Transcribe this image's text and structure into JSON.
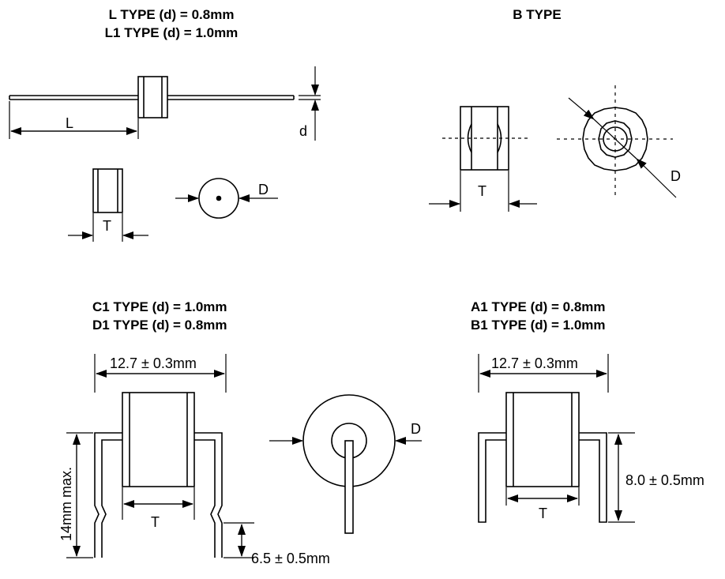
{
  "headings": {
    "l_type_line1": "L TYPE (d) = 0.8mm",
    "l_type_line2": "L1 TYPE (d) = 1.0mm",
    "b_type": "B TYPE",
    "c1_type_line1": "C1 TYPE (d) = 1.0mm",
    "c1_type_line2": "D1 TYPE (d) = 0.8mm",
    "a1_type_line1": "A1 TYPE (d) = 0.8mm",
    "a1_type_line2": "B1 TYPE (d) = 1.0mm"
  },
  "labels": {
    "lead_length": "L",
    "lead_diameter": "d",
    "thickness": "T",
    "diameter": "D",
    "width": "12.7 ± 0.3mm",
    "max_height": "14mm max.",
    "lead_height": "6.5 ± 0.5mm",
    "body_height": "8.0 ± 0.5mm"
  },
  "colors": {
    "line": "#000000",
    "background": "#ffffff"
  }
}
